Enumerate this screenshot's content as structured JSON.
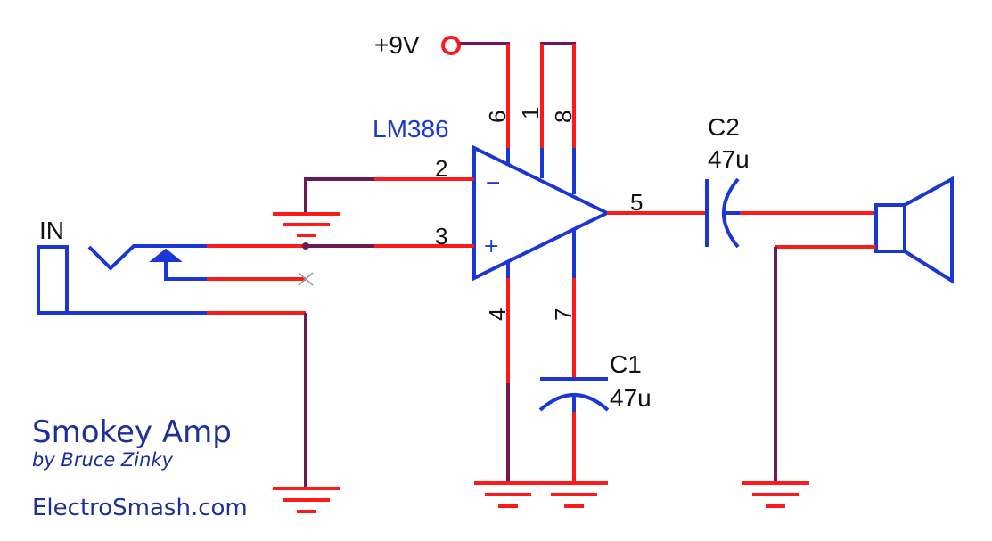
{
  "supply": {
    "label": "+9V"
  },
  "ic": {
    "name": "LM386",
    "minus_sign": "−",
    "plus_sign": "+"
  },
  "pins": {
    "p1": "1",
    "p2": "2",
    "p3": "3",
    "p4": "4",
    "p5": "5",
    "p6": "6",
    "p7": "7",
    "p8": "8"
  },
  "input": {
    "label": "IN"
  },
  "c1": {
    "name": "C1",
    "value": "47u"
  },
  "c2": {
    "name": "C2",
    "value": "47u"
  },
  "credits": {
    "title": "Smokey Amp",
    "author": "by Bruce Zinky",
    "site": "ElectroSmash.com"
  },
  "colors": {
    "wire": "#ff1a1a",
    "wire_ground": "#6b1a55",
    "component": "#1a37d6"
  }
}
